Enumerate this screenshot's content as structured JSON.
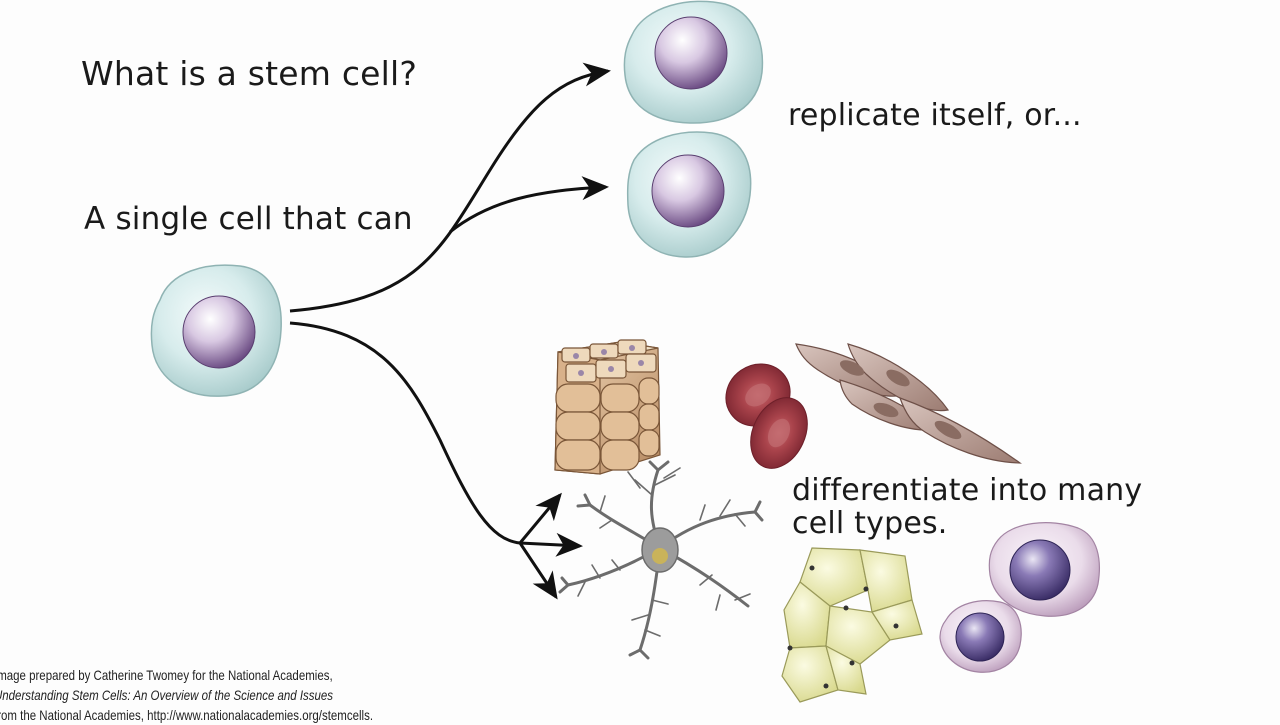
{
  "title": "What is a stem cell?",
  "subtitle": "A single cell that can",
  "replicate_label": "replicate itself, or...",
  "differentiate_label": "differentiate into many cell types.",
  "credit": {
    "line1": "Image prepared by Catherine Twomey for the National Academies,",
    "line2": "Understanding Stem Cells: An Overview of the Science and Issues",
    "line3": "from the National Academies, http://www.nationalacademies.org/stemcells."
  },
  "colors": {
    "cell_body": "#cfe6e6",
    "nucleus": "#7a5a90",
    "arrow": "#111111",
    "epithelial": "#c9a27a",
    "red_blood_cell": "#8e2d36",
    "smooth_muscle": "#a88a80",
    "neuron": "#8f8f8f",
    "fat_cell": "#e7e7ad",
    "blood_cell": "#5b4b8a"
  }
}
